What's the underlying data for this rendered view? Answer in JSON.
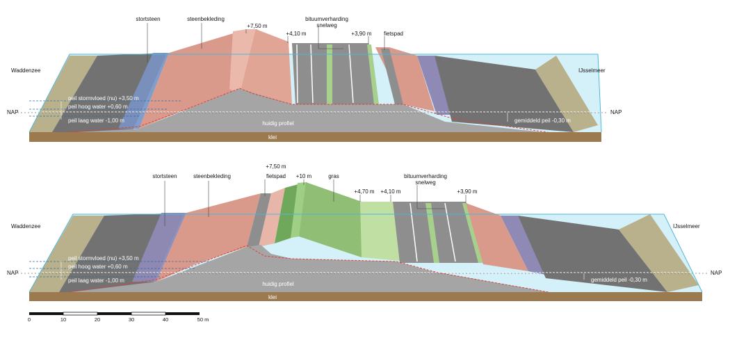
{
  "diagrams": [
    {
      "left_sea": "Waddenzee",
      "right_sea": "IJsselmeer",
      "nap": "NAP",
      "nap_right": "NAP",
      "labels": {
        "stortsteen": "stortsteen",
        "steenbekleding": "steenbekleding",
        "top": "+7,50 m",
        "level_410": "+4,10 m",
        "bitumen": "bituumverharding",
        "snelweg": "snelweg",
        "level_390": "+3,90 m",
        "fietspad": "fietspad",
        "storm": "peil stormvloed (nu) +3,50 m",
        "high": "peil hoog water +0,60 m",
        "low": "peil laag water -1,00 m",
        "mean": "gemiddeld peil -0,30 m",
        "huidig": "huidig profiel",
        "klei": "klei"
      }
    },
    {
      "left_sea": "Waddenzee",
      "right_sea": "IJsselmeer",
      "nap": "NAP",
      "nap_right": "NAP",
      "labels": {
        "stortsteen": "stortsteen",
        "steenbekleding": "steenbekleding",
        "top": "+7,50 m",
        "fietspad": "fietspad",
        "level_10": "+10 m",
        "gras": "gras",
        "level_470": "+4,70 m",
        "level_410": "+4,10 m",
        "bitumen": "bituumverharding",
        "snelweg": "snelweg",
        "level_390": "+3,90 m",
        "storm": "peil stormvloed (nu) +3,50 m",
        "high": "peil hoog water +0,60 m",
        "low": "peil laag water -1,00 m",
        "mean": "gemiddeld peil -0,30 m",
        "huidig": "huidig profiel",
        "klei": "klei"
      }
    }
  ],
  "scale": {
    "ticks": [
      "0",
      "10",
      "20",
      "30",
      "40",
      "50 m"
    ]
  },
  "colors": {
    "water": "#c9ecf7",
    "water_edge": "#4fb6d8",
    "stone_dark": "#6f6f6f",
    "rock_blue": "#6f8fc0",
    "revetment": "#d99a8c",
    "revetment_light": "#e8b6a8",
    "road": "#8a8a8a",
    "grass": "#8fbe74",
    "grass_light": "#c2e0a4",
    "core": "#a3a3a3",
    "sand": "#c2b58a",
    "clay": "#9a7a4e",
    "red_line": "#e0403a"
  }
}
